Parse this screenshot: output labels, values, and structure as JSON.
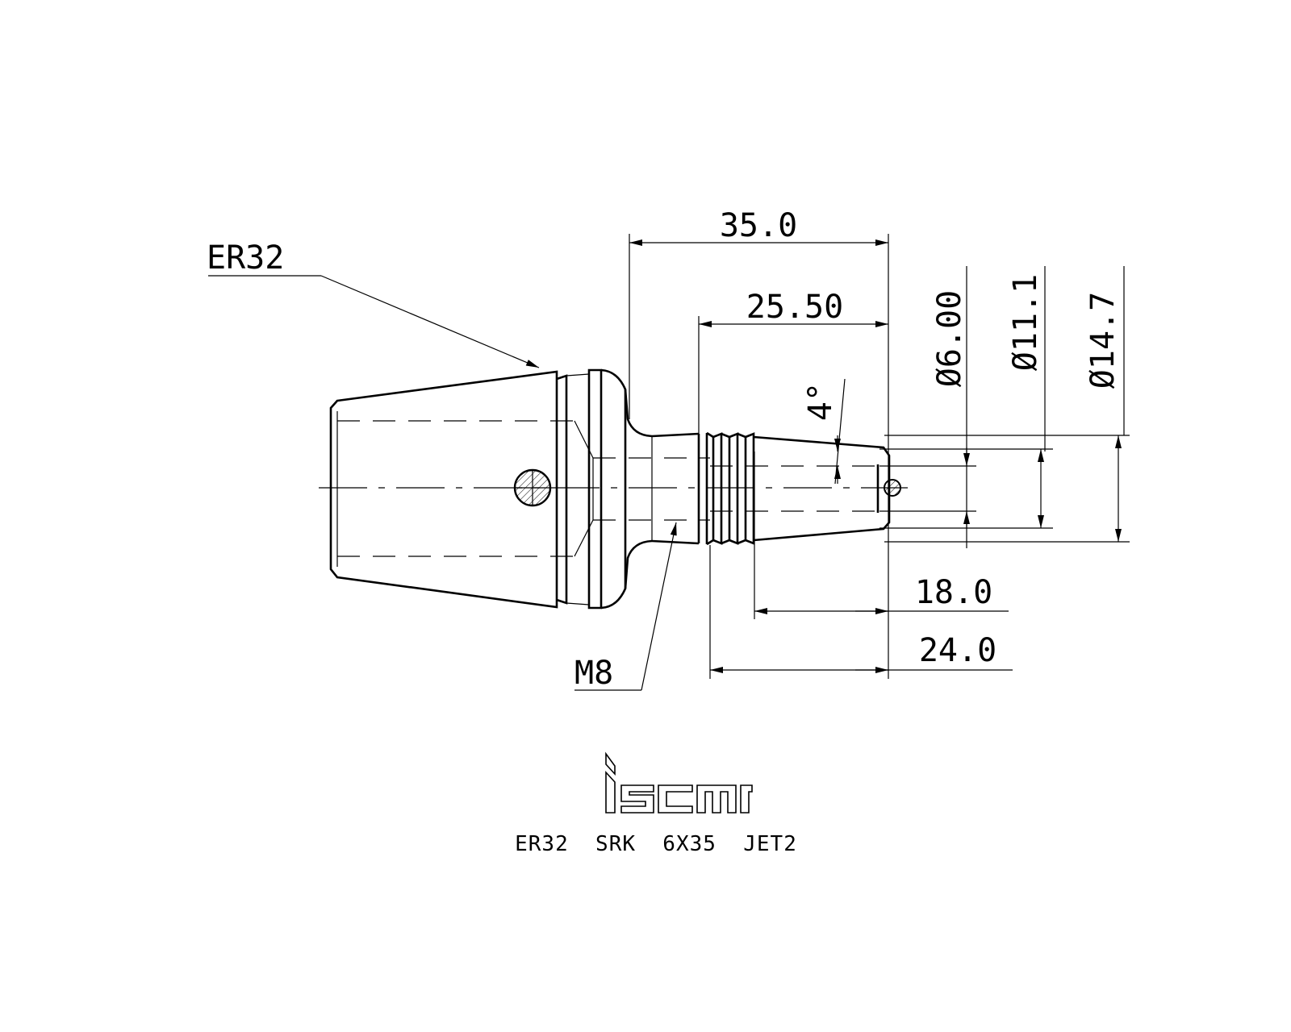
{
  "drawing": {
    "callouts": {
      "collet": "ER32",
      "thread": "M8"
    },
    "dimensions": {
      "overall_length": "35.0",
      "shank_length": "25.50",
      "taper_angle": "4°",
      "bore_diameter": "Ø6.00",
      "mid_diameter": "Ø11.1",
      "outer_diameter": "Ø14.7",
      "taper_length": "18.0",
      "groove_length": "24.0"
    },
    "brand": "iscar",
    "part_number": "ER32  SRK  6X35  JET2"
  }
}
